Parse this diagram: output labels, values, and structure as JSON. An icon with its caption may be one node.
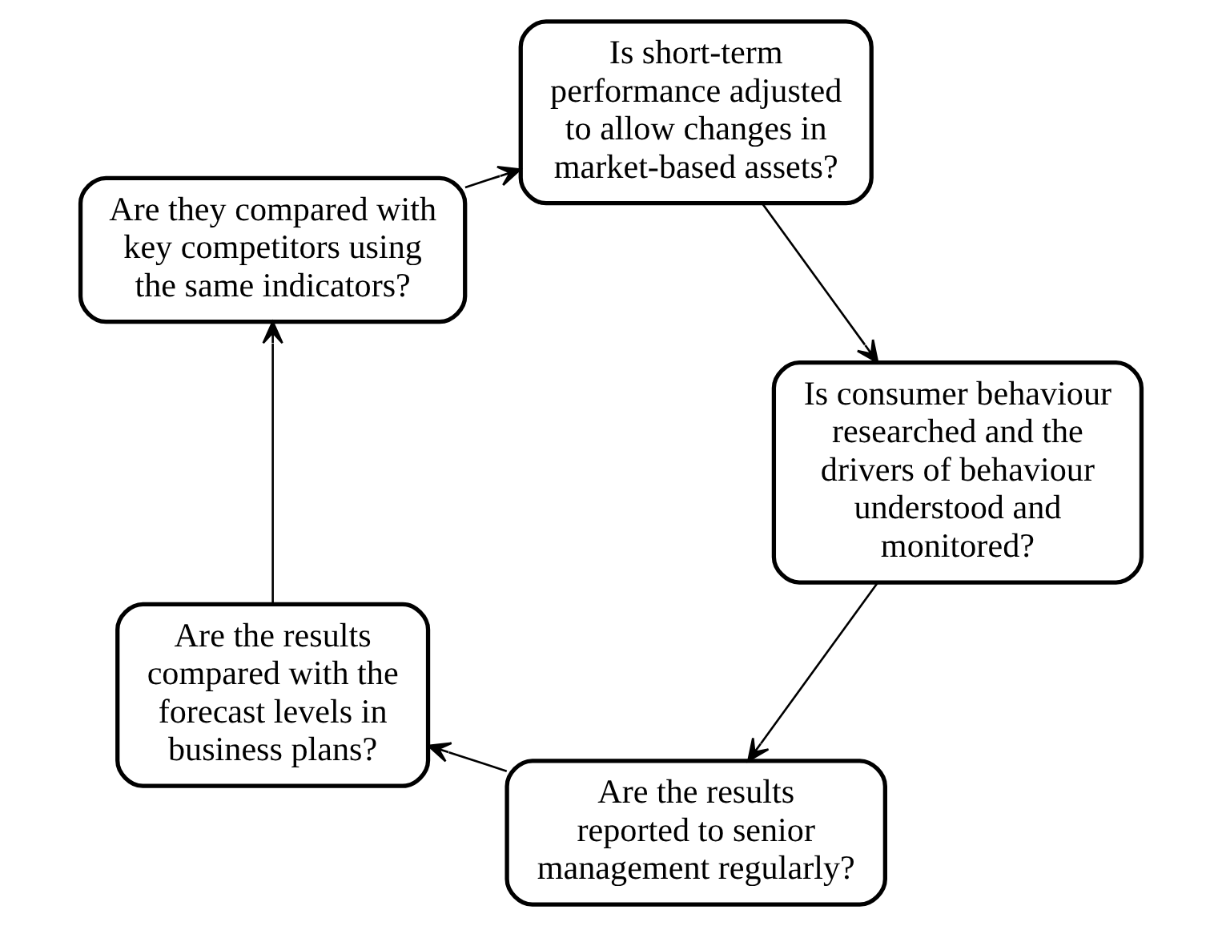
{
  "diagram": {
    "nodes": [
      {
        "text": [
          "Are the results reported to senior management regularly?"
        ]
      },
      {
        "text": [
          "Are the results compared with the forecast levels in business plans?"
        ]
      },
      {
        "text": [
          "Are they compared with key competitors using the same indicators?"
        ]
      },
      {
        "text": [
          "Is short-term performance adjusted to allow changes in market-based assets?"
        ]
      },
      {
        "text": [
          "Is consumer behaviour researched and the drivers of behaviour understood and monitored?"
        ]
      }
    ],
    "edges": [
      {
        "from": 0,
        "to": 1,
        "arrow": "to"
      },
      {
        "from": 1,
        "to": 2,
        "arrow": "to"
      },
      {
        "from": 2,
        "to": 3,
        "arrow": "to"
      },
      {
        "from": 3,
        "to": 4,
        "arrow": "to"
      },
      {
        "from": 4,
        "to": 0,
        "arrow": "to"
      }
    ]
  }
}
